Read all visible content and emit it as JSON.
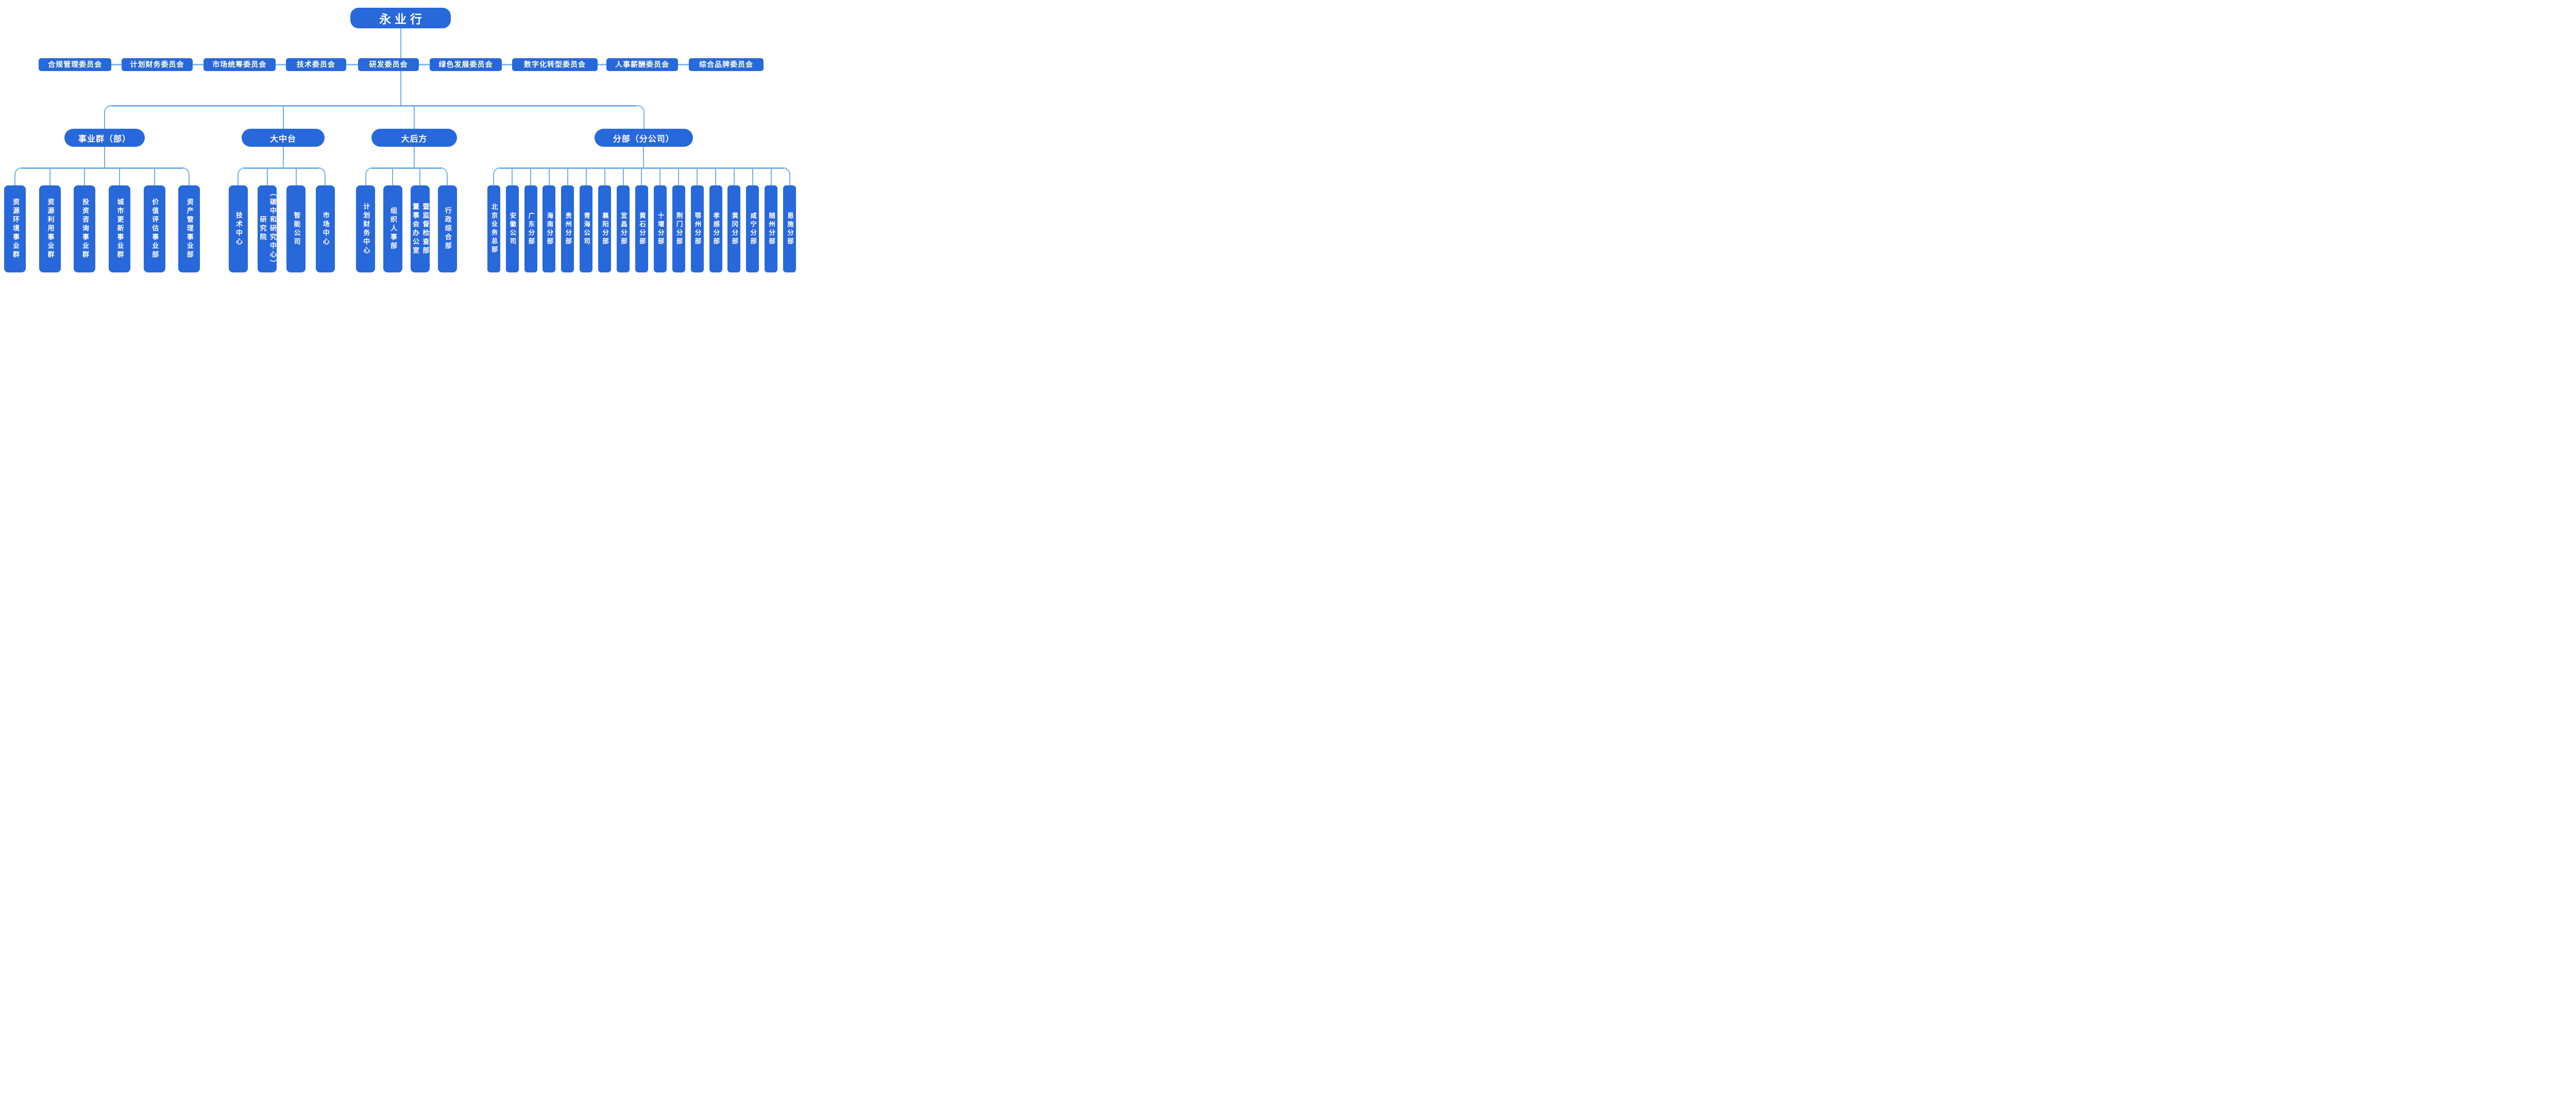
{
  "root": {
    "label": "永业行"
  },
  "committees": [
    "合规管理委员会",
    "计划财务委员会",
    "市场统筹委员会",
    "技术委员会",
    "研发委员会",
    "绿色发展委员会",
    "数字化转型委员会",
    "人事薪酬委员会",
    "综合品牌委员会"
  ],
  "groups": [
    {
      "label": "事业群（部）",
      "children": [
        "资源环境事业群",
        "资源利用事业群",
        "投资咨询事业群",
        "城市更新事业群",
        "价值评估事业部",
        "资产管理事业部"
      ]
    },
    {
      "label": "大中台",
      "children": [
        "技术中心",
        "研究院\n（碳中和研究中心）",
        "智能公司",
        "市场中心"
      ]
    },
    {
      "label": "大后方",
      "children": [
        "计划财务中心",
        "组织人事部",
        "董事会办公室\n暨监督检查部",
        "行政综合部"
      ]
    },
    {
      "label": "分部（分公司）",
      "children": [
        "北京业务总部",
        "安徽公司",
        "广东分部",
        "海南分部",
        "贵州分部",
        "青海公司",
        "襄阳分部",
        "宜昌分部",
        "黄石分部",
        "十堰分部",
        "荆门分部",
        "鄂州分部",
        "孝感分部",
        "黄冈分部",
        "咸宁分部",
        "随州分部",
        "恩施分部"
      ]
    }
  ],
  "colors": {
    "node_blue": "#2768DB",
    "connector_blue": "#74AFEA",
    "committee_link_blue": "#85B9EE",
    "text_white": "#FFFFFF"
  }
}
